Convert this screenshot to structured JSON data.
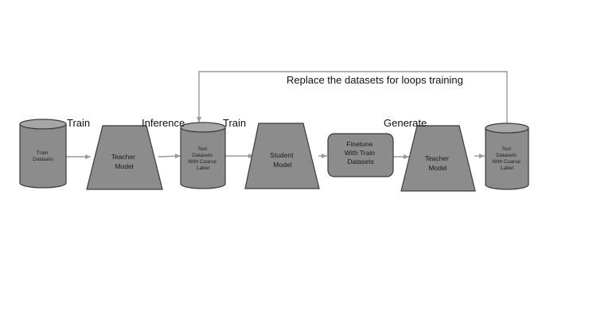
{
  "nodes": {
    "train_datasets": [
      "Train",
      "Datasets"
    ],
    "teacher_model_1": [
      "Teacher",
      "Model"
    ],
    "test_datasets_1": [
      "Test",
      "Datasets",
      "With Coarse",
      "Label"
    ],
    "student_model": [
      "Student",
      "Model"
    ],
    "finetune": [
      "Finetune",
      "With Train",
      "Datasets"
    ],
    "teacher_model_2": [
      "Teacher",
      "Model"
    ],
    "test_datasets_2": [
      "Test",
      "Datasets",
      "With Coarse",
      "Label"
    ]
  },
  "edge_labels": {
    "train_1": "Train",
    "inference": "Inference",
    "train_2": "Train",
    "generate": "Generate",
    "loop": "Replace the datasets for loops training"
  },
  "colors": {
    "shape_fill": "#8c8c8c",
    "shape_top": "#a6a6a6",
    "stroke": "#3a3a3a",
    "arrow": "#9a9a9a"
  }
}
